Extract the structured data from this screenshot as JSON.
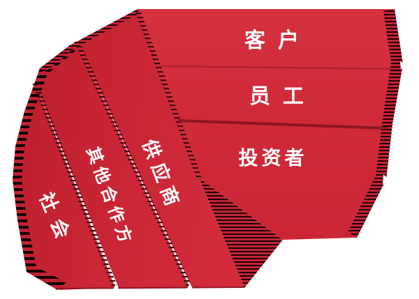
{
  "diagram": {
    "background_color": "#ffffff",
    "panel_red": "#ce2938",
    "panel_red_dark": "#8f1624",
    "edge_stripe_dark": "#1e040a",
    "text_color": "#ffffff",
    "panels": {
      "customers": {
        "label": "客户"
      },
      "employees": {
        "label": "员工"
      },
      "investors": {
        "label": "投资者"
      },
      "suppliers": {
        "label": "供应商"
      },
      "other_partners": {
        "label": "其他合作方"
      },
      "society": {
        "label": "社会"
      }
    }
  }
}
